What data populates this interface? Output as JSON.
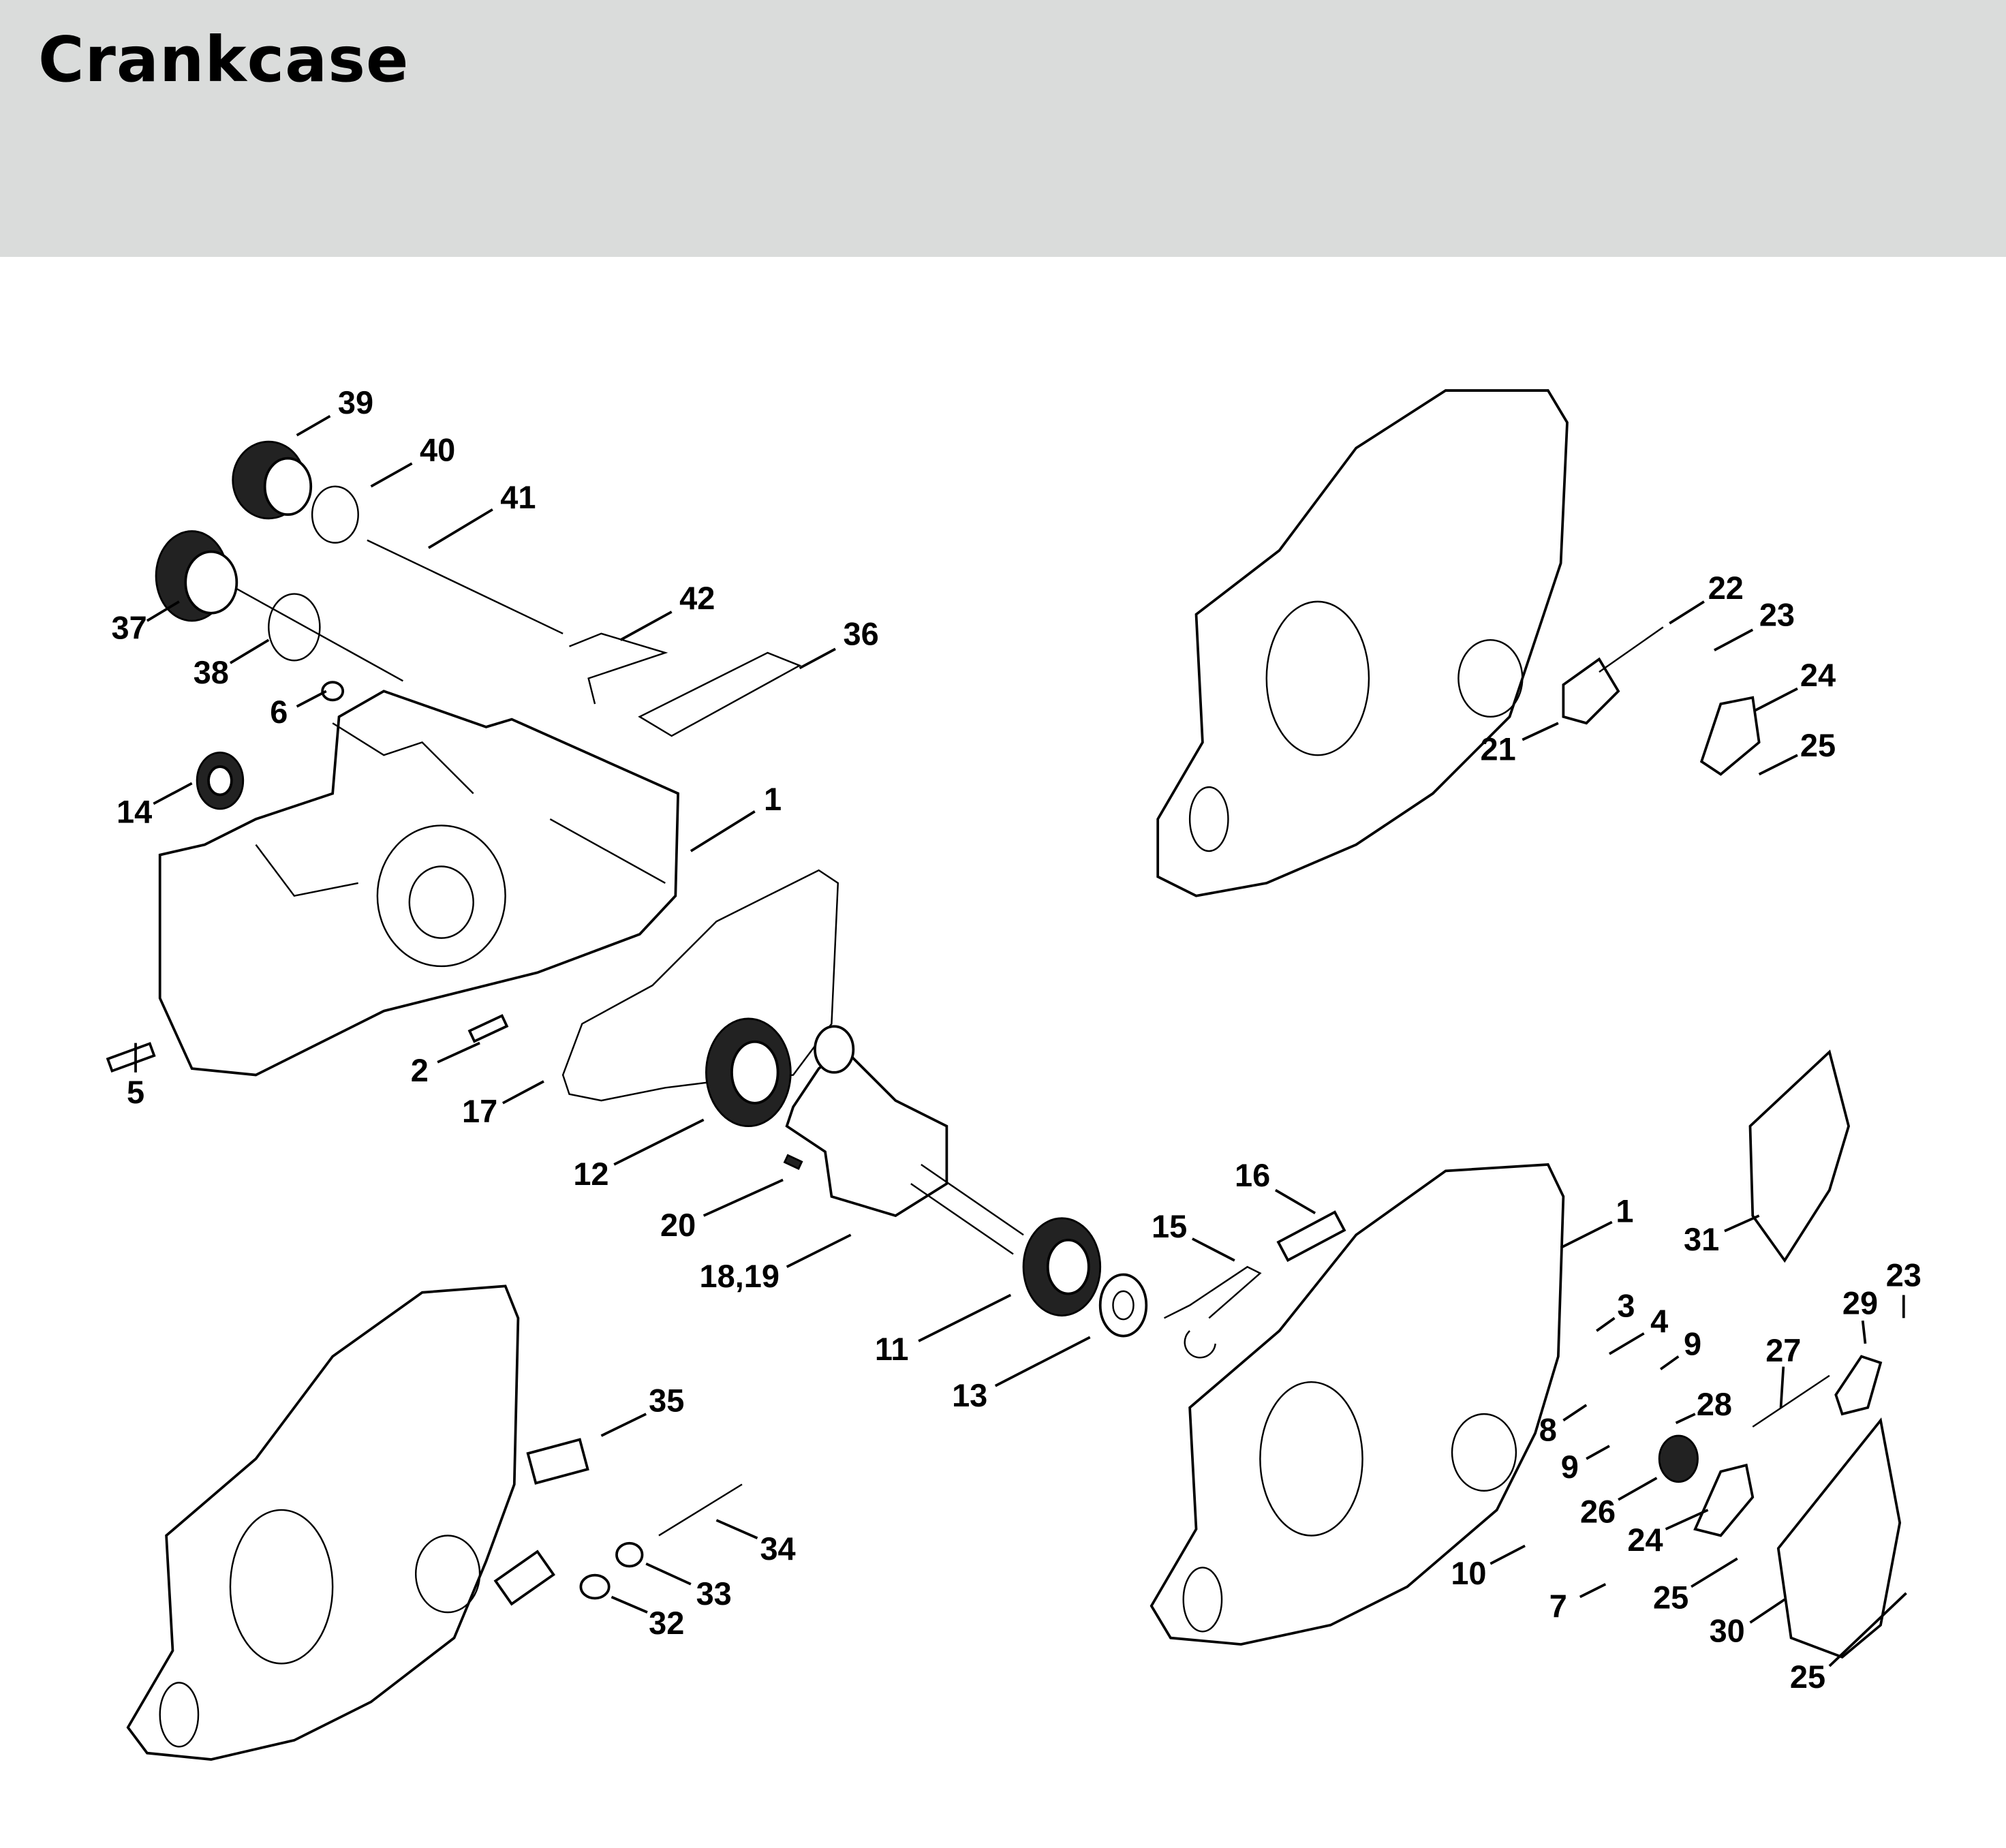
{
  "header": {
    "title": "Crankcase"
  },
  "callouts": [
    "39",
    "40",
    "41",
    "42",
    "36",
    "37",
    "38",
    "6",
    "14",
    "1",
    "5",
    "2",
    "17",
    "12",
    "20",
    "18,19",
    "11",
    "13",
    "16",
    "15",
    "1",
    "22",
    "23",
    "24",
    "25",
    "21",
    "31",
    "3",
    "4",
    "9",
    "8",
    "9",
    "28",
    "27",
    "29",
    "23",
    "26",
    "24",
    "25",
    "10",
    "7",
    "30",
    "25",
    "35",
    "34",
    "33",
    "32"
  ],
  "colors": {
    "header_bg": "#dadcdb",
    "ink": "#000000"
  }
}
